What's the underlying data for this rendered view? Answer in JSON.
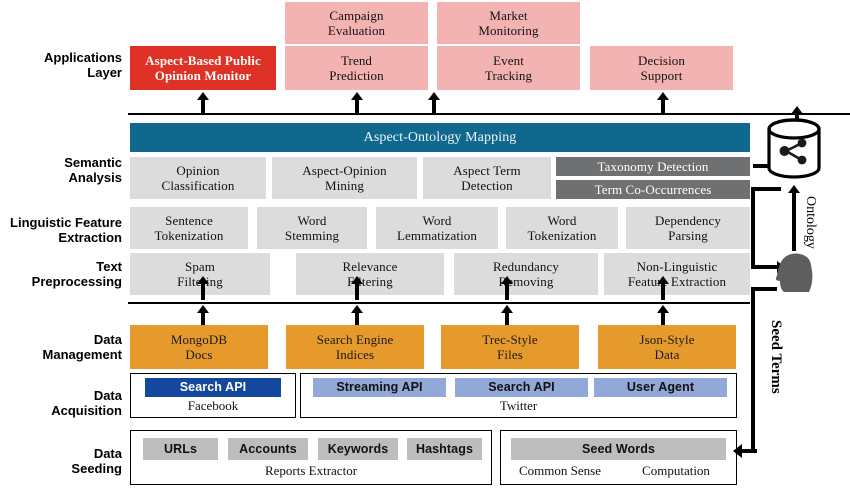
{
  "diagram": {
    "title": "Layered architecture for aspect-based public opinion monitoring",
    "colors": {
      "accent_red": "#e03127",
      "pink": "#f4b3b3",
      "teal": "#11688f",
      "light_grey": "#dcdcdc",
      "dark_grey": "#6f7072",
      "mid_grey": "#bdbdbd",
      "orange": "#e79a2c",
      "blue_dark": "#14479e",
      "blue_light": "#91a8d8"
    }
  },
  "layers": [
    {
      "id": "applications",
      "label": "Applications\nLayer"
    },
    {
      "id": "semantic",
      "label": "Semantic\nAnalysis"
    },
    {
      "id": "linguistic",
      "label": "Linguistic Feature\nExtraction"
    },
    {
      "id": "preprocessing",
      "label": "Text\nPreprocessing"
    },
    {
      "id": "management",
      "label": "Data\nManagement"
    },
    {
      "id": "acquisition",
      "label": "Data\nAcquisition"
    },
    {
      "id": "seeding",
      "label": "Data\nSeeding"
    }
  ],
  "applications": {
    "highlight": {
      "label": "Aspect-Based Public\nOpinion Monitor"
    },
    "top_row": [
      {
        "label": "Campaign\nEvaluation"
      },
      {
        "label": "Market\nMonitoring"
      }
    ],
    "bottom_row": [
      {
        "label": "Trend\nPrediction"
      },
      {
        "label": "Event\nTracking"
      },
      {
        "label": "Decision\nSupport"
      }
    ]
  },
  "semantic": {
    "banner": {
      "label": "Aspect-Ontology Mapping"
    },
    "modules": [
      {
        "label": "Opinion\nClassification"
      },
      {
        "label": "Aspect-Opinion\nMining"
      },
      {
        "label": "Aspect Term\nDetection"
      }
    ],
    "ontology_modules": [
      {
        "label": "Taxonomy Detection"
      },
      {
        "label": "Term Co-Occurrences"
      }
    ]
  },
  "linguistic": {
    "modules": [
      {
        "label": "Sentence\nTokenization"
      },
      {
        "label": "Word\nStemming"
      },
      {
        "label": "Word\nLemmatization"
      },
      {
        "label": "Word\nTokenization"
      },
      {
        "label": "Dependency\nParsing"
      }
    ]
  },
  "preprocessing": {
    "modules": [
      {
        "label": "Spam\nFiltering"
      },
      {
        "label": "Relevance\nFiltering"
      },
      {
        "label": "Redundancy\nRemoving"
      },
      {
        "label": "Non-Linguistic\nFeature Extraction"
      }
    ]
  },
  "management": {
    "modules": [
      {
        "label": "MongoDB\nDocs"
      },
      {
        "label": "Search Engine\nIndices"
      },
      {
        "label": "Trec-Style\nFiles"
      },
      {
        "label": "Json-Style\nData"
      }
    ]
  },
  "acquisition": {
    "groups": [
      {
        "caption": "Facebook",
        "items": [
          {
            "label": "Search API",
            "style": "blue-dark"
          }
        ]
      },
      {
        "caption": "Twitter",
        "items": [
          {
            "label": "Streaming API",
            "style": "blue-light"
          },
          {
            "label": "Search API",
            "style": "blue-light"
          },
          {
            "label": "User Agent",
            "style": "blue-light"
          }
        ]
      }
    ]
  },
  "seeding": {
    "groups": [
      {
        "caption": "Reports Extractor",
        "items": [
          {
            "label": "URLs"
          },
          {
            "label": "Accounts"
          },
          {
            "label": "Keywords"
          },
          {
            "label": "Hashtags"
          }
        ]
      },
      {
        "captions": [
          "Common Sense",
          "Computation"
        ],
        "items": [
          {
            "label": "Seed Words"
          }
        ]
      }
    ]
  },
  "side": {
    "ontology_store": {
      "icon": "database-cylinder-icon",
      "glyph": "network-share-icon"
    },
    "analyst": {
      "icon": "person-head-icon"
    },
    "vertical_labels": [
      {
        "id": "ontology",
        "label": "Ontology"
      },
      {
        "id": "seed-terms",
        "label": "Seed Terms"
      }
    ]
  }
}
